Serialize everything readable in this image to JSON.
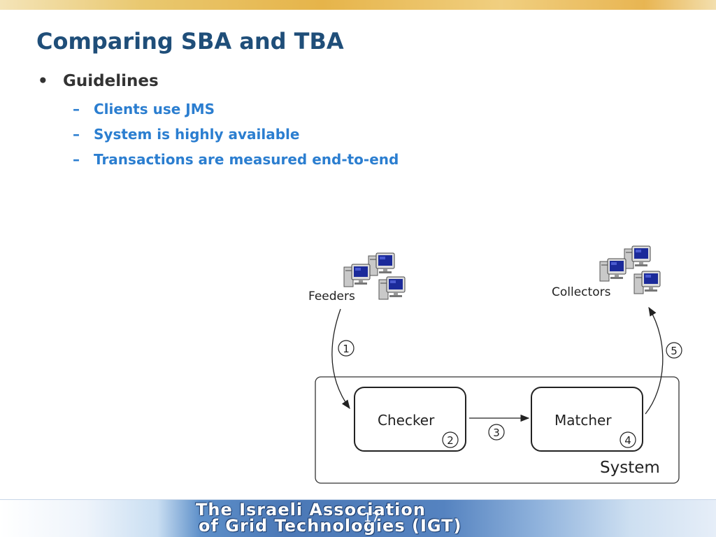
{
  "slide": {
    "title": "Comparing SBA and TBA",
    "bullet": "Guidelines",
    "subitems": [
      "Clients use JMS",
      "System is highly available",
      "Transactions are measured end-to-end"
    ],
    "page_number": "17"
  },
  "diagram": {
    "feeders_label": "Feeders",
    "collectors_label": "Collectors",
    "checker_label": "Checker",
    "matcher_label": "Matcher",
    "system_label": "System",
    "step1": "1",
    "step2": "2",
    "step3": "3",
    "step4": "4",
    "step5": "5"
  },
  "footer": {
    "line1": "The Israeli Association",
    "line2": "of Grid Technologies (IGT)"
  },
  "colors": {
    "title": "#1f4e79",
    "subitem": "#2b7ed0",
    "top_bar": "#e6b44a",
    "footer": "#4b78b6"
  },
  "icons": [
    "computer-cluster-icon"
  ]
}
